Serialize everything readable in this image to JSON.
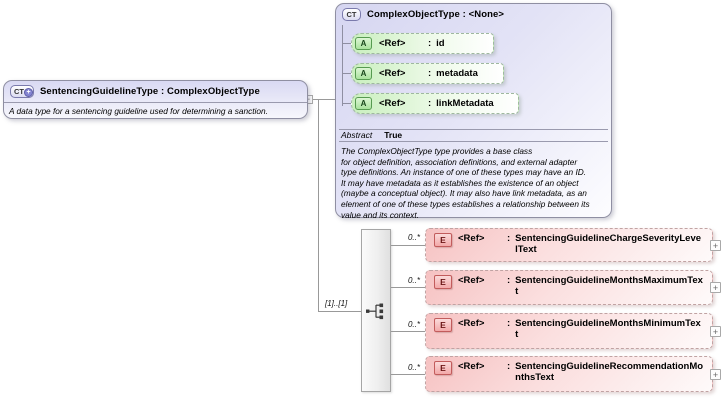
{
  "left_box": {
    "icon": "CT",
    "icon_plus": "+",
    "title": "SentencingGuidelineType : ComplexObjectType",
    "description": "A data type for a sentencing guideline used for determining a sanction.",
    "collapse_glyph": "−"
  },
  "base_box": {
    "icon": "CT",
    "title": "ComplexObjectType : <None>",
    "attributes": [
      {
        "icon": "A",
        "ref": "<Ref>",
        "colon": ":",
        "name": "id"
      },
      {
        "icon": "A",
        "ref": "<Ref>",
        "colon": ":",
        "name": "metadata"
      },
      {
        "icon": "A",
        "ref": "<Ref>",
        "colon": ":",
        "name": "linkMetadata"
      }
    ],
    "abstract_label": "Abstract",
    "abstract_value": "True",
    "description": "The ComplexObjectType type provides a base class\nfor object definition, association definitions, and external adapter\ntype definitions. An instance of one of these types may have an ID.\nIt may have metadata as it establishes the existence of an object\n(maybe a conceptual object). It may also have link metadata, as an\nelement of one of these types establishes a relationship between its\nvalue and its context."
  },
  "connector": {
    "cardinality": "[1]..[1]"
  },
  "elements": [
    {
      "occurs": "0..*",
      "icon": "E",
      "ref": "<Ref>",
      "colon": ":",
      "name": "SentencingGuidelineChargeSeverityLevelText",
      "expand": "+"
    },
    {
      "occurs": "0..*",
      "icon": "E",
      "ref": "<Ref>",
      "colon": ":",
      "name": "SentencingGuidelineMonthsMaximumText",
      "expand": "+"
    },
    {
      "occurs": "0..*",
      "icon": "E",
      "ref": "<Ref>",
      "colon": ":",
      "name": "SentencingGuidelineMonthsMinimumText",
      "expand": "+"
    },
    {
      "occurs": "0..*",
      "icon": "E",
      "ref": "<Ref>",
      "colon": ":",
      "name": "SentencingGuidelineRecommendationMonthsText",
      "expand": "+"
    }
  ],
  "colors": {
    "lavender_fill": "#d9d9f3",
    "attribute_green": "#c9efbe",
    "element_pink": "#f6c2c2",
    "box_border": "#8f8fa2",
    "connector_line": "#999999",
    "background": "#ffffff"
  }
}
